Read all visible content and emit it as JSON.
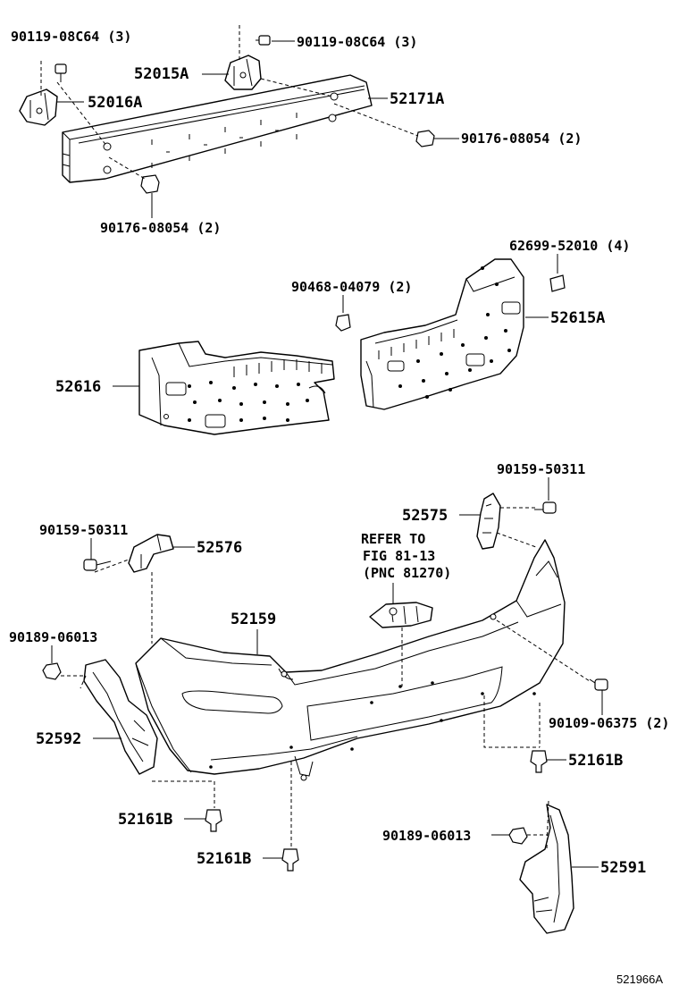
{
  "parts": {
    "bolt_top_left": "90119-08C64 (3)",
    "bolt_top_right": "90119-08C64 (3)",
    "bracket_52015a": "52015A",
    "bracket_52016a": "52016A",
    "reinforcement_52171a": "52171A",
    "nut_right_upper": "90176-08054 (2)",
    "nut_left_lower": "90176-08054 (2)",
    "clip_62699": "62699-52010 (4)",
    "clip_90468": "90468-04079 (2)",
    "absorber_right": "52615A",
    "absorber_left": "52616",
    "screw_right_bracket": "90159-50311",
    "bracket_52575": "52575",
    "screw_left_bracket": "90159-50311",
    "bracket_52576": "52576",
    "refer_note": [
      "REFER TO",
      "FIG 81-13",
      "(PNC 81270)"
    ],
    "bumper_cover": "52159",
    "screw_left_side": "90189-06013",
    "mudguard_left": "52592",
    "screw_right_lower": "90109-06375 (2)",
    "clip_b_right": "52161B",
    "clip_b_left": "52161B",
    "clip_b_center": "52161B",
    "screw_right_side": "90189-06013",
    "mudguard_right": "52591",
    "diagram_id": "521966A"
  }
}
